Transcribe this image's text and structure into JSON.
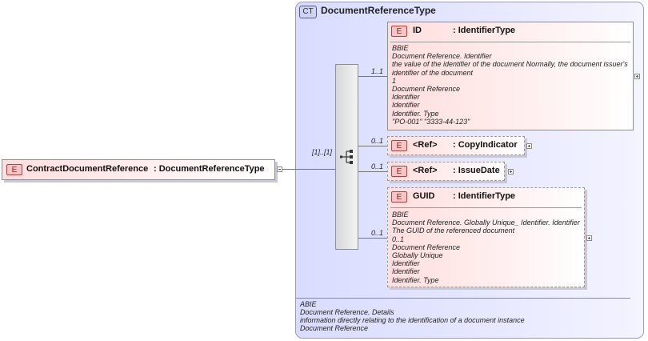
{
  "root": {
    "badge": "E",
    "name": "ContractDocumentReference",
    "type": ": DocumentReferenceType"
  },
  "complex_type": {
    "badge": "CT",
    "title": "DocumentReferenceType",
    "doc_lines": [
      "ABIE",
      "Document Reference. Details",
      "information directly relating to the identification of a document instance",
      "Document Reference"
    ]
  },
  "sequence": {
    "cardinality": "[1]..[1]"
  },
  "elements": [
    {
      "badge": "E",
      "name": "ID",
      "type": ": IdentifierType",
      "cardinality": "1..1",
      "doc_lines": [
        "BBIE",
        "Document Reference. Identifier",
        "the value of the identifier of the document Normally, the document issuer's",
        "identifier of the document",
        "1",
        "Document Reference",
        "Identifier",
        "Identifier",
        "Identifier. Type",
        "\"PO-001\" \"3333-44-123\""
      ]
    },
    {
      "badge": "E",
      "name": "<Ref>",
      "type": ": CopyIndicator",
      "cardinality": "0..1"
    },
    {
      "badge": "E",
      "name": "<Ref>",
      "type": ": IssueDate",
      "cardinality": "0..1"
    },
    {
      "badge": "E",
      "name": "GUID",
      "type": ": IdentifierType",
      "cardinality": "0..1",
      "doc_lines": [
        "BBIE",
        "Document Reference. Globally Unique_ Identifier. Identifier",
        "The GUID of the referenced document",
        "0..1",
        "Document Reference",
        "Globally Unique",
        "Identifier",
        "Identifier",
        "Identifier. Type"
      ]
    }
  ]
}
